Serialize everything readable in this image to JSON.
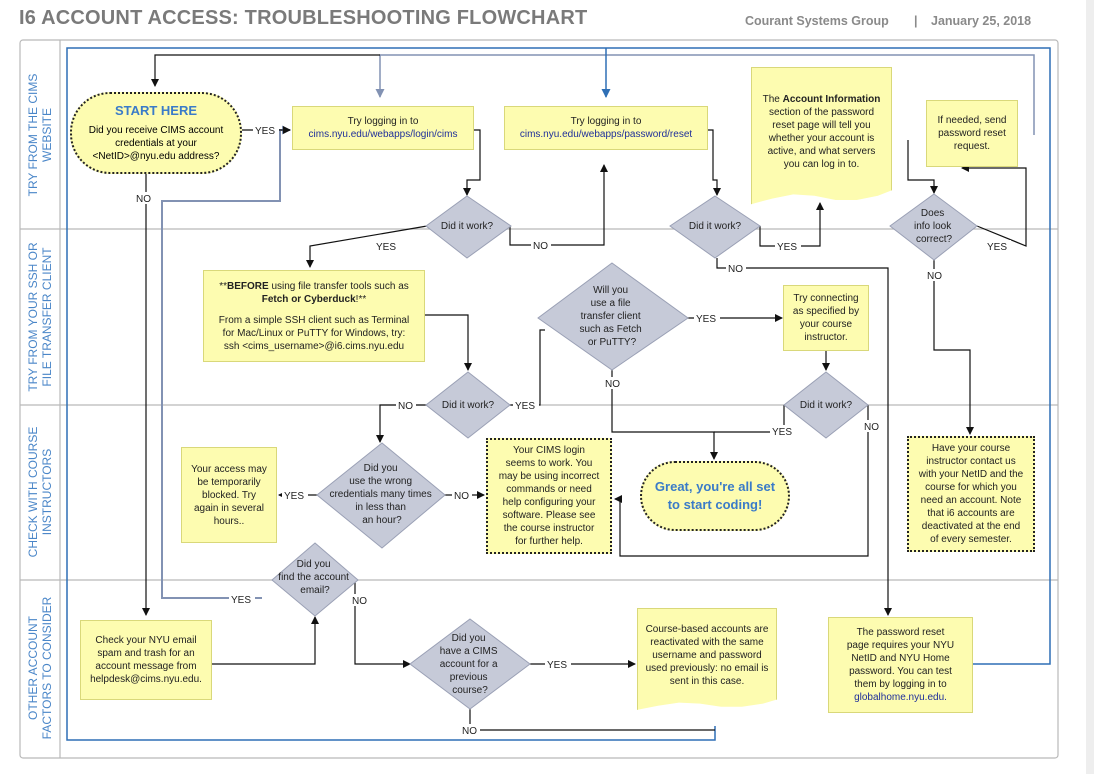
{
  "header": {
    "title": "I6 ACCOUNT ACCESS: TROUBLESHOOTING FLOWCHART",
    "org": "Courant Systems Group",
    "separator": "|",
    "date": "January 25, 2018"
  },
  "lanes": [
    {
      "line1": "TRY FROM THE CIMS",
      "line2": "WEBSITE"
    },
    {
      "line1": "TRY FROM YOUR SSH OR",
      "line2": "FILE TRANSFER CLIENT"
    },
    {
      "line1": "CHECK WITH COURSE",
      "line2": "INSTRUCTORS"
    },
    {
      "line1": "OTHER ACCOUNT",
      "line2": "FACTORS TO CONSIDER"
    }
  ],
  "nodes": {
    "start": {
      "title": "START HERE",
      "l1": "Did you receive CIMS account",
      "l2": "credentials at your",
      "l3": "<NetID>@nyu.edu address?"
    },
    "login": {
      "l1": "Try logging in to",
      "link": "cims.nyu.edu/webapps/login/cims"
    },
    "reset": {
      "l1": "Try logging in to",
      "link": "cims.nyu.edu/webapps/password/reset"
    },
    "acct_info": {
      "pre": "The ",
      "bold": "Account Information",
      "l2": "section of the password",
      "l3": "reset page will tell you",
      "l4": "whether your account is",
      "l5": "active, and what servers",
      "l6": "you can log in to."
    },
    "send_reset": {
      "l1": "If needed, send",
      "l2": "password reset",
      "l3": "request."
    },
    "did1": {
      "l1": "Did it work?"
    },
    "did2": {
      "l1": "Did it work?"
    },
    "info_correct": {
      "l1": "Does",
      "l2": "info look",
      "l3": "correct?"
    },
    "before": {
      "pre": "**",
      "bold1": "BEFORE",
      "mid": " using file transfer tools such as",
      "bold2": "Fetch or Cyberduck",
      "post": "!**",
      "l3": "From a simple SSH client such as Terminal",
      "l4": "for Mac/Linux or PuTTY for Windows, try:",
      "l5": "ssh <cims_username>@i6.cims.nyu.edu"
    },
    "transfer_q": {
      "l1": "Will you",
      "l2": "use a file",
      "l3": "transfer client",
      "l4": "such as Fetch",
      "l5": "or PuTTY?"
    },
    "try_connecting": {
      "l1": "Try connecting",
      "l2": "as specified by",
      "l3": "your course",
      "l4": "instructor."
    },
    "did3": {
      "l1": "Did it work?"
    },
    "did4": {
      "l1": "Did it work?"
    },
    "blocked": {
      "l1": "Your access may",
      "l2": "be temporarily",
      "l3": "blocked. Try",
      "l4": "again in several",
      "l5": "hours.."
    },
    "wrong_creds": {
      "l1": "Did you",
      "l2": "use the wrong",
      "l3": "credentials many times",
      "l4": "in less than",
      "l5": "an hour?"
    },
    "login_works": {
      "l1": "Your CIMS login",
      "l2": "seems to work. You",
      "l3": "may be using incorrect",
      "l4": "commands or need",
      "l5": "help configuring your",
      "l6": "software. Please see",
      "l7": "the course instructor",
      "l8": "for further help."
    },
    "great": {
      "text": "Great, you're all set to start coding!"
    },
    "instructor": {
      "l1": "Have your course",
      "l2": "instructor contact us",
      "l3": "with your NetID and the",
      "l4": "course for which you",
      "l5": "need an account. Note",
      "l6": "that i6 accounts are",
      "l7": "deactivated at the end",
      "l8": "of every semester."
    },
    "find_email": {
      "l1": "Did you",
      "l2": "find the account",
      "l3": "email?"
    },
    "check_email": {
      "l1": "Check your NYU email",
      "l2": "spam and trash for an",
      "l3": "account message from",
      "l4": "helpdesk@cims.nyu.edu."
    },
    "prev_course": {
      "l1": "Did you",
      "l2": "have a CIMS",
      "l3": "account for a",
      "l4": "previous",
      "l5": "course?"
    },
    "reactivated": {
      "l1": "Course-based accounts are",
      "l2": "reactivated with the same",
      "l3": "username and password",
      "l4": "used previously: no email is",
      "l5": "sent in this case."
    },
    "pw_reset_req": {
      "l1": "The password reset",
      "l2": "page requires your NYU",
      "l3": "NetID and NYU Home",
      "l4": "password. You can test",
      "l5": "them by logging in to",
      "link": "globalhome.nyu.edu."
    }
  },
  "labels": {
    "yes": "YES",
    "no": "NO"
  },
  "colors": {
    "header": "#7a7a7a",
    "lane_text": "#4a86c8",
    "box_fill": "#fdfcb0",
    "diamond_fill": "#c6cad8",
    "line_blue": "#2f6fb5",
    "line_slate": "#8292b3",
    "link": "#1f2f9a"
  }
}
